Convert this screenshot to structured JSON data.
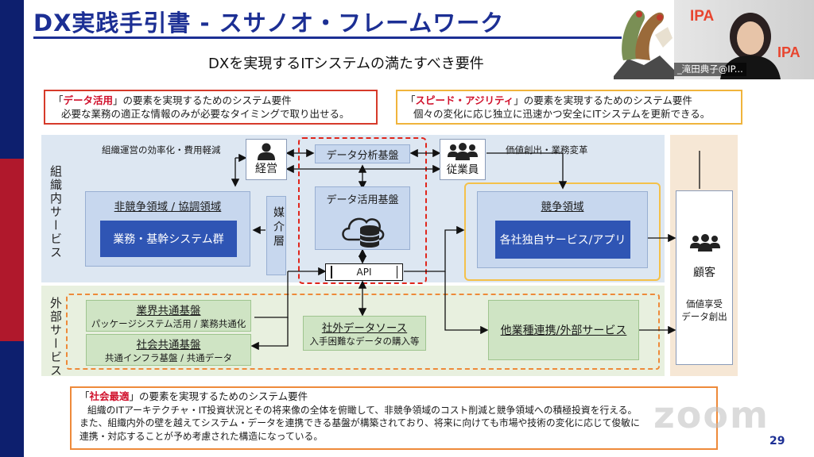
{
  "title": "DX実践手引書 - スサノオ・フレームワーク",
  "subtitle": "DXを実現するITシステムの満たすべき要件",
  "callouts": {
    "data": {
      "open": "「",
      "keyword": "データ活用",
      "close": "」の要素を実現するためのシステム要件",
      "line2": "必要な業務の適正な情報のみが必要なタイミングで取り出せる。"
    },
    "speed": {
      "open": "「",
      "keyword": "スピード・アジリティ",
      "close": "」の要素を実現するためのシステム要件",
      "line2": "個々の変化に応じ独立に迅速かつ安全にITシステムを更新できる。"
    },
    "social": {
      "open": "「",
      "keyword": "社会最適",
      "close": "」の要素を実現するためのシステム要件",
      "line2": "組織のITアーキテクチャ・IT投資状況とその将来像の全体を俯瞰して、非競争領域のコスト削減と競争領域への積極投資を行える。",
      "line3": "また、組織内外の壁を越えてシステム・データを連携できる基盤が構築されており、将来に向けても市場や技術の変化に応じて俊敏に",
      "line4": "連携・対応することが予め考慮された構造になっている。"
    }
  },
  "zones": {
    "internal": "組織内サービス",
    "external": "外部サービス"
  },
  "labels": {
    "efficiency": "組織運営の効率化・費用軽減",
    "value_creation": "価値創出・業務変革",
    "management": "経営",
    "employees": "従業員",
    "data_analysis": "データ分析基盤",
    "data_platform": "データ活用基盤",
    "api": "API",
    "noncompetitive": "非競争領域 / 協調領域",
    "core_systems": "業務・基幹システム群",
    "mediation": "媒介層",
    "competitive": "競争領域",
    "own_services": "各社独自サービス/アプリ",
    "customer": "顧客",
    "customer_value": "価値享受\nデータ創出",
    "industry_platform": "業界共通基盤",
    "industry_platform_sub": "パッケージシステム活用 / 業務共通化",
    "social_platform": "社会共通基盤",
    "social_platform_sub": "共通インフラ基盤 / 共通データ",
    "external_data": "社外データソース",
    "external_data_sub": "入手困難なデータの購入等",
    "cross_industry": "他業種連携/外部サービス"
  },
  "page_number": "29",
  "video": {
    "name": "_滝田典子@IP...",
    "logo": "IPA"
  },
  "watermark": "zoom",
  "icons": [
    "person-icon",
    "group-icon",
    "cloud-database-icon"
  ],
  "colors": {
    "title_blue": "#1c2f94",
    "keyword_red": "#d0102b",
    "dark_box": "#2f55b4"
  }
}
